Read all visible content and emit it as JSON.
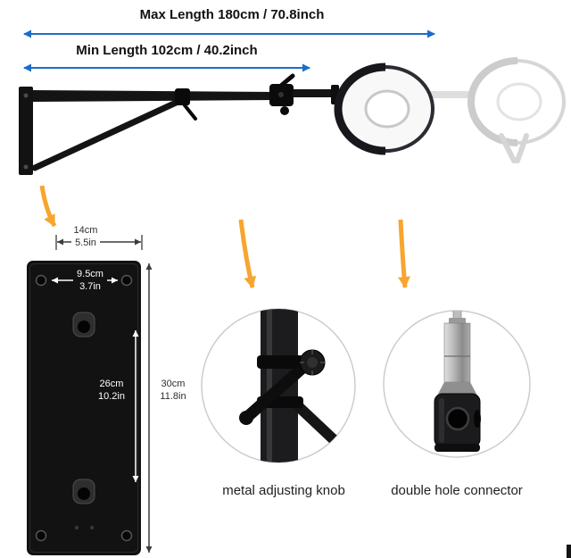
{
  "dimensions": {
    "max_length": "Max Length 180cm / 70.8inch",
    "min_length": "Min Length 102cm / 40.2inch"
  },
  "plate": {
    "width_cm": "14cm",
    "width_in": "5.5in",
    "hole_cm": "9.5cm",
    "hole_in": "3.7in",
    "slot_cm": "26cm",
    "slot_in": "10.2in",
    "height_cm": "30cm",
    "height_in": "11.8in"
  },
  "callouts": {
    "knob_label": "metal adjusting knob",
    "connector_label": "double hole connector"
  },
  "icons": {
    "max_length_arrow": "double-headed-horizontal-arrow",
    "min_length_arrow": "double-headed-horizontal-arrow",
    "pointer_arrows": "orange-curved-arrow",
    "dimension_lines": "double-headed-dimension-arrow"
  },
  "colors": {
    "dimension_arrow_blue": "#1b6ec8",
    "pointer_orange": "#f7a52f",
    "product_black": "#141414",
    "ghost_gray": "#d6d6d6",
    "dim_text_white": "#ffffff",
    "text_dark": "#1a1a1a"
  }
}
